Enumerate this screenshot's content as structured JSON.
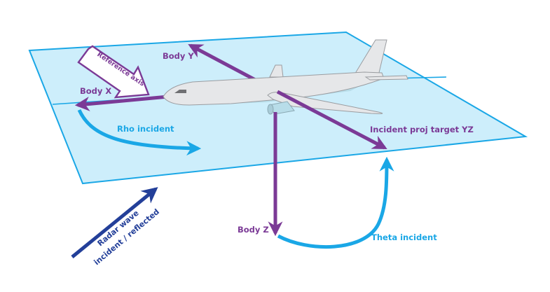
{
  "diagram": {
    "title": "Radar target body axes and incidence angles",
    "colors": {
      "plane_fill": "#cdeefb",
      "plane_stroke": "#1aa7e6",
      "body_axis": "#7b3a96",
      "angle_arrow": "#1aa7e6",
      "radar_arrow": "#233f99",
      "aircraft_body": "#e6e7e9",
      "aircraft_outline": "#9a9ca0",
      "aircraft_shadow": "#b8dde9"
    },
    "labels": {
      "reference_axis": "Reference axis",
      "body_x": "Body X",
      "body_y": "Body Y",
      "body_z": "Body Z",
      "rho_incident": "Rho incident",
      "theta_incident": "Theta incident",
      "incident_proj": "Incident proj target YZ",
      "radar_line1": "Radar wave",
      "radar_line2": "incident / reflected"
    },
    "icons": {
      "aircraft": "airliner-icon",
      "reference_arrow": "hollow-arrow-icon"
    }
  }
}
